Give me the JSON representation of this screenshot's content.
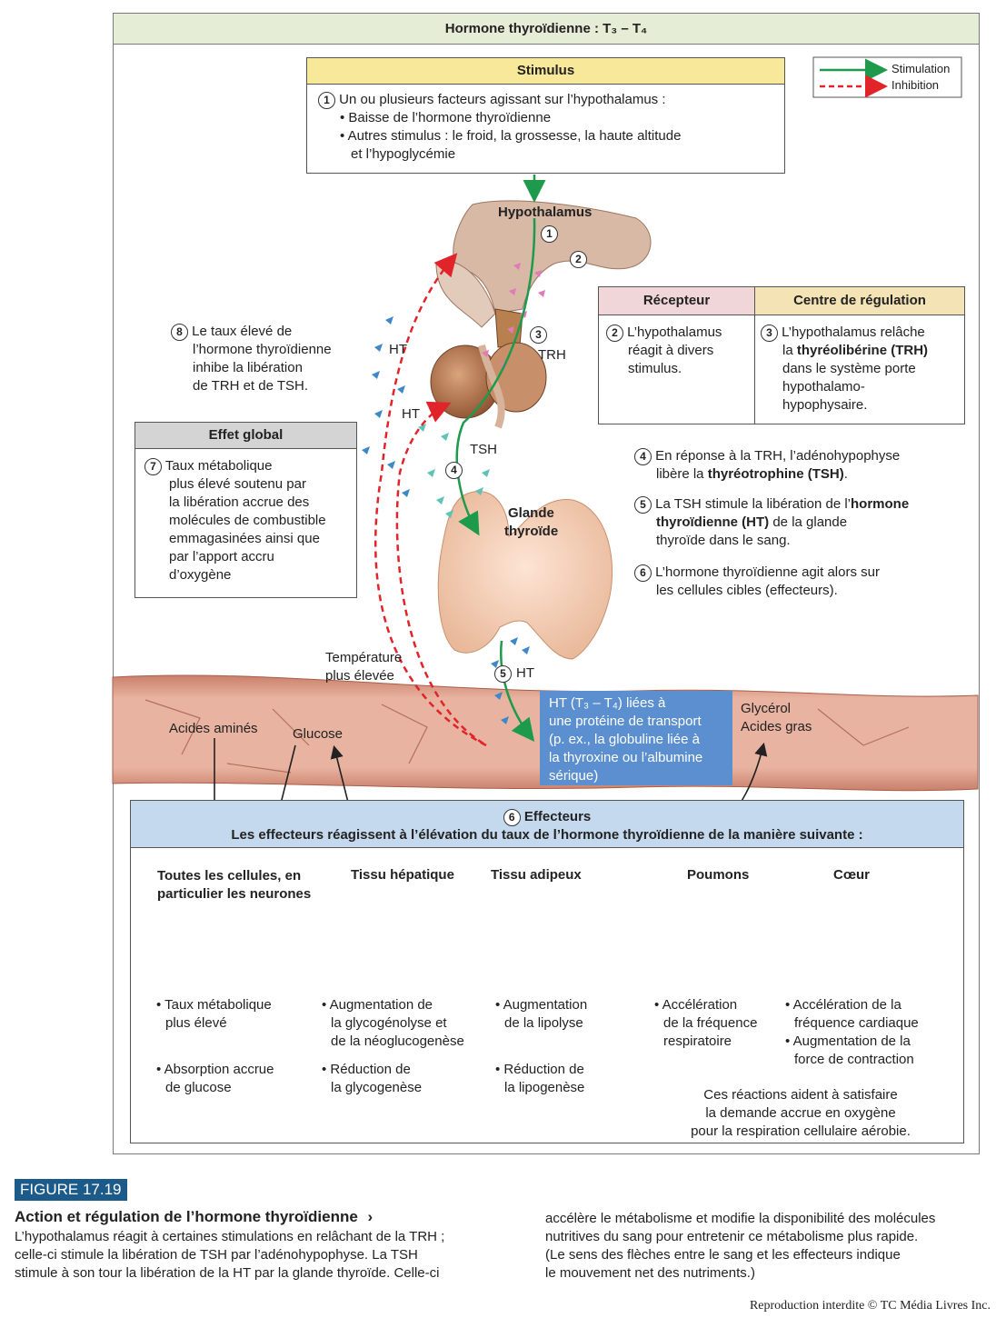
{
  "title": "Hormone thyroïdienne : T₃ – T₄",
  "legend": {
    "stimulation": "Stimulation",
    "inhibition": "Inhibition"
  },
  "stimulus": {
    "header": "Stimulus",
    "num": "1",
    "intro": "Un ou plusieurs facteurs agissant sur l’hypothalamus :",
    "bullet1": "• Baisse de l’hormone thyroïdienne",
    "bullet2a": "• Autres stimulus : le froid, la grossesse, la haute altitude",
    "bullet2b": "et l’hypoglycémie"
  },
  "labels": {
    "hypothalamus": "Hypothalamus",
    "trh": "TRH",
    "tsh": "TSH",
    "ht1": "HT",
    "ht2": "HT",
    "ht5": "HT",
    "glande1": "Glande",
    "glande2": "thyroïde",
    "temp1": "Température",
    "temp2": "plus élevée",
    "acides_amines": "Acides aminés",
    "glucose": "Glucose",
    "glycerol": "Glycérol",
    "acides_gras": "Acides gras",
    "n1": "1",
    "n2": "2",
    "n3": "3",
    "n4": "4",
    "n5": "5"
  },
  "step8": {
    "num": "8",
    "l1": "Le taux élevé de",
    "l2": "l’hormone thyroïdienne",
    "l3": "inhibe la libération",
    "l4": "de TRH et de TSH."
  },
  "recepteur": {
    "header": "Récepteur",
    "num": "2",
    "l1": "L’hypothalamus",
    "l2": "réagit à divers",
    "l3": "stimulus."
  },
  "centre": {
    "header": "Centre de régulation",
    "num": "3",
    "l1": "L’hypothalamus relâche",
    "l2a": "la ",
    "l2b": "thyréolibérine (TRH)",
    "l3": "dans le système porte",
    "l4": "hypothalamo-",
    "l5": "hypophysaire."
  },
  "effet": {
    "header": "Effet global",
    "num": "7",
    "l1": "Taux métabolique",
    "l2": "plus élevé soutenu par",
    "l3": "la libération accrue des",
    "l4": "molécules de combustible",
    "l5": "emmagasinées ainsi que",
    "l6": "par l’apport accru",
    "l7": "d’oxygène"
  },
  "step4": {
    "num": "4",
    "l1": "En réponse à la TRH, l’adénohypophyse",
    "l2a": "libère la ",
    "l2b": "thyréotrophine (TSH)",
    "l2c": "."
  },
  "step5": {
    "num": "5",
    "l1a": "La TSH stimule la libération de l’",
    "l1b": "hormone",
    "l2a": "thyroïdienne (HT)",
    "l2b": " de la glande",
    "l3": "thyroïde dans le sang."
  },
  "step6": {
    "num": "6",
    "l1": "L’hormone thyroïdienne agit alors sur",
    "l2": "les cellules cibles (effecteurs)."
  },
  "transport": {
    "l1": "HT (T₃ – T₄) liées à",
    "l2": "une protéine de transport",
    "l3": "(p. ex., la globuline liée à",
    "l4": "la thyroxine ou l’albumine",
    "l5": "sérique)"
  },
  "effecteurs": {
    "num": "6",
    "header": "Effecteurs",
    "sub": "Les effecteurs réagissent à l’élévation du taux de l’hormone thyroïdienne de la manière suivante :",
    "cols": [
      {
        "title1": "Toutes les cellules, en",
        "title2": "particulier les neurones",
        "b1a": "• Taux métabolique",
        "b1b": "plus élevé",
        "b2a": "• Absorption accrue",
        "b2b": "de glucose"
      },
      {
        "title1": "Tissu hépatique",
        "b1a": "• Augmentation de",
        "b1b": "la glycogénolyse et",
        "b1c": "de la néoglucogenèse",
        "b2a": "• Réduction de",
        "b2b": "la glycogenèse"
      },
      {
        "title1": "Tissu adipeux",
        "b1a": "• Augmentation",
        "b1b": "de la lipolyse",
        "b2a": "• Réduction de",
        "b2b": "la lipogenèse"
      },
      {
        "title1": "Poumons",
        "b1a": "• Accélération",
        "b1b": "de la fréquence",
        "b1c": "respiratoire"
      },
      {
        "title1": "Cœur",
        "b1a": "• Accélération de la",
        "b1b": "fréquence cardiaque",
        "b2a": "• Augmentation de la",
        "b2b": "force de contraction"
      }
    ],
    "note1": "Ces réactions aident à satisfaire",
    "note2": "la demande accrue en oxygène",
    "note3": "pour la respiration cellulaire aérobie."
  },
  "figure": {
    "badge": "FIGURE 17.19",
    "title": "Action et régulation de l’hormone thyroïdienne",
    "arrow": "›",
    "left1": "L’hypothalamus réagit à certaines stimulations en relâchant de la TRH ;",
    "left2": "celle-ci stimule la libération de TSH par l’adénohypophyse. La TSH",
    "left3": "stimule à son tour la libération de la HT par la glande thyroïde. Celle-ci",
    "right1": "accélère le métabolisme et modifie la disponibilité des molécules",
    "right2": "nutritives du sang pour entretenir ce métabolisme plus rapide.",
    "right3": "(Le sens des flèches entre le sang et les effecteurs indique",
    "right4": "le mouvement net des nutriments.)",
    "copyright": "Reproduction interdite © TC Média Livres Inc."
  },
  "colors": {
    "stimulation": "#1d9a4b",
    "inhibition": "#e0242a",
    "badge": "#1c5a8a",
    "transport_box": "#5b8fd0",
    "effecteurs_header": "#c5d9ee",
    "stimulus_header": "#f7e89a",
    "recepteur_header": "#f0d6d9",
    "centre_header": "#f4e3b5",
    "title_bar": "#e6edd7",
    "vessel": "#e2a793"
  }
}
